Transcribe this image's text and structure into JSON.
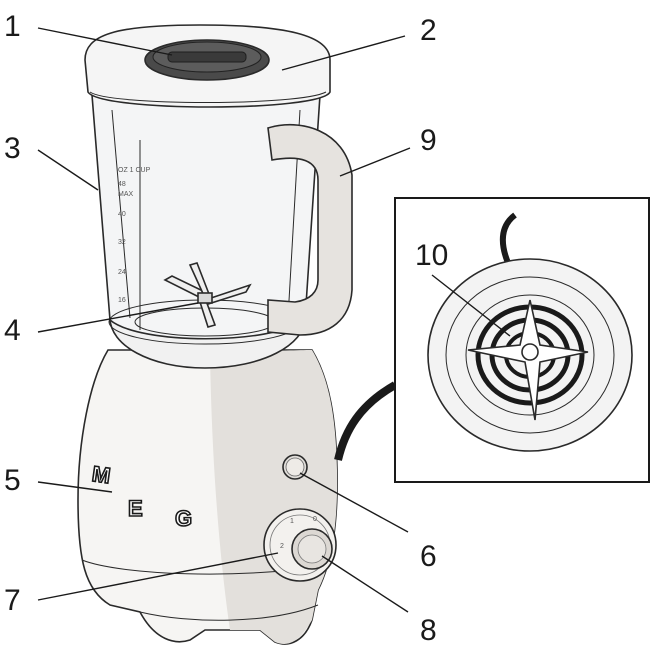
{
  "callouts": [
    {
      "id": "1",
      "label": "1"
    },
    {
      "id": "2",
      "label": "2"
    },
    {
      "id": "3",
      "label": "3"
    },
    {
      "id": "4",
      "label": "4"
    },
    {
      "id": "5",
      "label": "5"
    },
    {
      "id": "6",
      "label": "6"
    },
    {
      "id": "7",
      "label": "7"
    },
    {
      "id": "8",
      "label": "8"
    },
    {
      "id": "9",
      "label": "9"
    },
    {
      "id": "10",
      "label": "10"
    }
  ],
  "jar_scale": {
    "top_label": "OZ  1 CUP",
    "marks": [
      "48",
      "MAX",
      "40",
      "32",
      "24",
      "16"
    ]
  },
  "knob_marks": [
    "2",
    "1",
    "0"
  ],
  "brand_letters": [
    "M",
    "E",
    "G"
  ],
  "colors": {
    "line": "#2a2a2a",
    "body": "#f6f5f3",
    "body_shade": "#e6e3df",
    "lid_cap": "#4a4a4a",
    "glass": "#f4f5f6"
  }
}
